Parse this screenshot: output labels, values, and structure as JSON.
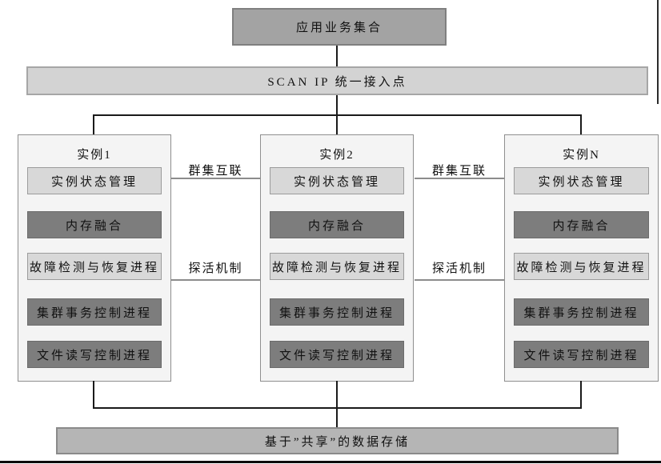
{
  "diagram": {
    "top_box": {
      "label": "应用业务集合"
    },
    "scan_bar": {
      "label": "SCAN IP 统一接入点"
    },
    "instances": [
      {
        "title": "实例1",
        "boxes": [
          {
            "label": "实例状态管理",
            "tone": "light"
          },
          {
            "label": "内存融合",
            "tone": "dark"
          },
          {
            "label": "故障检测与恢复进程",
            "tone": "light"
          },
          {
            "label": "集群事务控制进程",
            "tone": "dark"
          },
          {
            "label": "文件读写控制进程",
            "tone": "dark"
          }
        ]
      },
      {
        "title": "实例2",
        "boxes": [
          {
            "label": "实例状态管理",
            "tone": "light"
          },
          {
            "label": "内存融合",
            "tone": "dark"
          },
          {
            "label": "故障检测与恢复进程",
            "tone": "light"
          },
          {
            "label": "集群事务控制进程",
            "tone": "dark"
          },
          {
            "label": "文件读写控制进程",
            "tone": "dark"
          }
        ]
      },
      {
        "title": "实例N",
        "boxes": [
          {
            "label": "实例状态管理",
            "tone": "light"
          },
          {
            "label": "内存融合",
            "tone": "dark"
          },
          {
            "label": "故障检测与恢复进程",
            "tone": "light"
          },
          {
            "label": "集群事务控制进程",
            "tone": "dark"
          },
          {
            "label": "文件读写控制进程",
            "tone": "dark"
          }
        ]
      }
    ],
    "links": {
      "cluster_interconnect": "群集互联",
      "liveness_mechanism": "探活机制"
    },
    "bottom_bar": {
      "label": "基于”共享”的数据存储"
    },
    "colors": {
      "top_box_fill": "#a3a3a3",
      "scan_bar_fill": "#d3d3d3",
      "instance_fill": "#f4f4f4",
      "light_box_fill": "#d8d8d8",
      "dark_box_fill": "#7d7d7d",
      "bottom_bar_fill": "#b5b5b5",
      "connector_black": "#1a1a1a",
      "connector_gray": "#8c8c8c"
    }
  }
}
